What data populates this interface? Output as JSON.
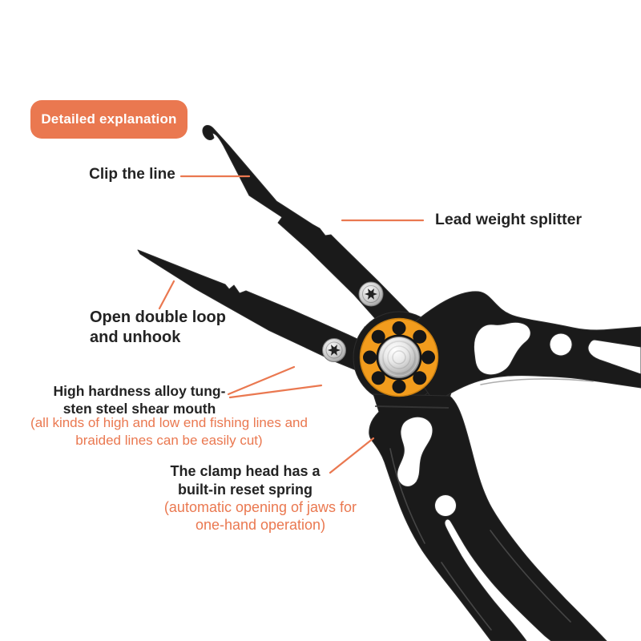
{
  "colors": {
    "accent": "#EA7850",
    "hub_orange": "#F29C1D",
    "plier_black": "#1A1A1A",
    "text_dark": "#232323",
    "background": "#FFFFFF"
  },
  "badge": {
    "label": "Detailed explanation"
  },
  "callouts": {
    "clip": {
      "label": "Clip the line"
    },
    "lead_weight": {
      "label": "Lead weight splitter"
    },
    "open_loop": {
      "lines": [
        "Open double loop",
        "and unhook"
      ]
    },
    "shear": {
      "lines": [
        "High hardness alloy tung-",
        "sten steel shear mouth"
      ],
      "note_lines": [
        "(all kinds of high and low end fishing lines and",
        "braided lines can be easily cut)"
      ]
    },
    "clamp": {
      "lines": [
        "The clamp head has a",
        "built-in reset spring"
      ],
      "note_lines": [
        "(automatic opening of jaws for",
        "one-hand operation)"
      ]
    }
  }
}
